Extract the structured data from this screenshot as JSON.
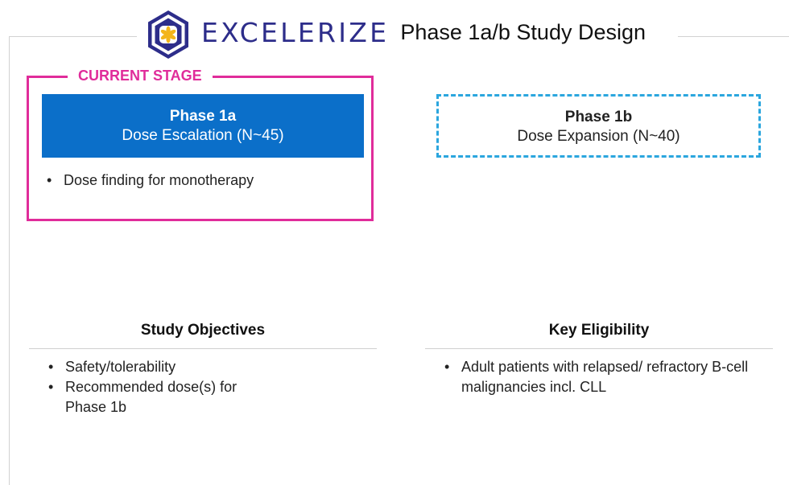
{
  "header": {
    "brand": "EXCELERIZE",
    "title": "Phase 1a/b Study Design"
  },
  "current_stage": {
    "label": "CURRENT STAGE"
  },
  "phase_1a": {
    "title": "Phase 1a",
    "subtitle": "Dose Escalation (N~45)",
    "bullets": [
      "Dose finding for monotherapy"
    ]
  },
  "phase_1b": {
    "title": "Phase 1b",
    "subtitle": "Dose Expansion (N~40)"
  },
  "objectives": {
    "title": "Study Objectives",
    "bullets": [
      "Safety/tolerability",
      "Recommended dose(s) for Phase 1b"
    ]
  },
  "eligibility": {
    "title": "Key Eligibility",
    "bullets": [
      "Adult patients with relapsed/ refractory B-cell malignancies incl. CLL"
    ]
  },
  "colors": {
    "brand": "#2d2d8a",
    "current_stage": "#e02c9a",
    "phase_1a_fill": "#0b6fc9",
    "phase_1b_border": "#2ba6de",
    "logo_star": "#f3b51b"
  }
}
